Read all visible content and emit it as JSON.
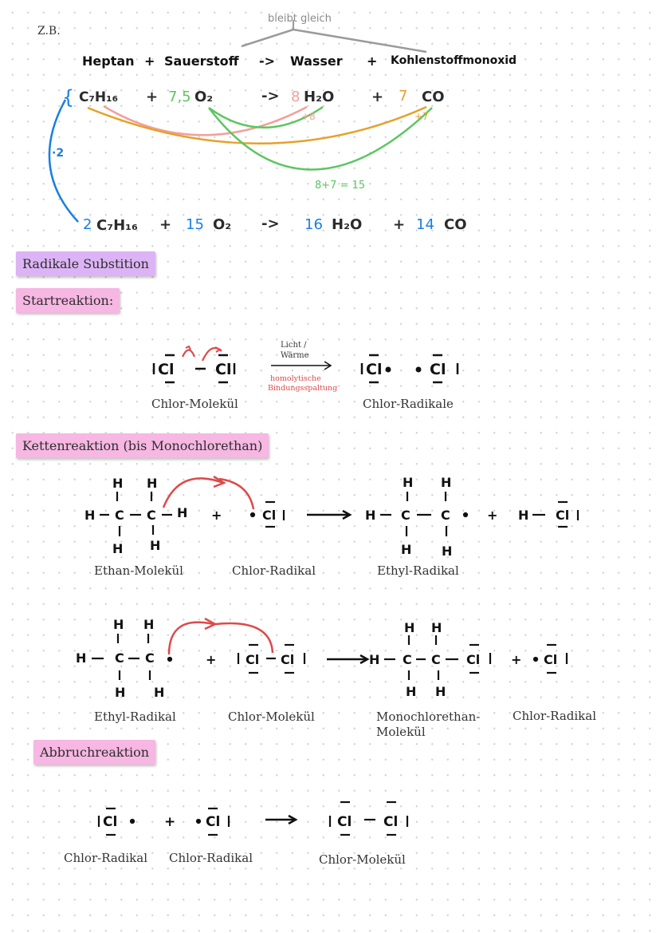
{
  "zb": "Z.B.",
  "stays_same": "bleibt gleich",
  "word_equation": {
    "heptan": "Heptan",
    "plus1": "+",
    "sauerstoff": "Sauerstoff",
    "arrow": "->",
    "wasser": "Wasser",
    "plus2": "+",
    "kohlenstoffmonoxid": "Kohlenstoffmonoxid"
  },
  "equation1": {
    "brace": "{",
    "heptane": "C₇H₁₆",
    "plus1": "+",
    "o2_coef": "7,5",
    "o2": "O₂",
    "arrow": "->",
    "h2o_coef": "8",
    "h2o": "H₂O",
    "plus2": "+",
    "co_coef": "7",
    "co": "CO",
    "note_h2o": "+8",
    "note_co": "+7",
    "note_o": "8+7 = 15",
    "multiplier": "·2"
  },
  "equation2": {
    "coef1": "2",
    "heptane": "C₇H₁₆",
    "plus1": "+",
    "o2_coef": "15",
    "o2": "O₂",
    "arrow": "->",
    "h2o_coef": "16",
    "h2o": "H₂O",
    "plus2": "+",
    "co_coef": "14",
    "co": "CO"
  },
  "section_radikale": "Radikale Substition",
  "section_start": "Startreaktion:",
  "start": {
    "condition_line1": "Licht /",
    "condition_line2": "Wärme",
    "note_line1": "homolytische",
    "note_line2": "Bindungsspaltung",
    "cap_left": "Chlor-Molekül",
    "cap_right": "Chlor-Radikale",
    "cl": "Cl"
  },
  "section_ketten": "Kettenreaktion (bis Monochlorethan)",
  "chain1": {
    "cap_ethan": "Ethan-Molekül",
    "cap_chlor": "Chlor-Radikal",
    "cap_ethyl": "Ethyl-Radikal"
  },
  "chain2": {
    "cap_ethyl": "Ethyl-Radikal",
    "cap_chlor_mol": "Chlor-Molekül",
    "cap_mono_line1": "Monochlorethan-",
    "cap_mono_line2": "Molekül",
    "cap_chlor_rad": "Chlor-Radikal"
  },
  "section_abbruch": "Abbruchreaktion",
  "abbruch": {
    "cap1": "Chlor-Radikal",
    "cap2": "Chlor-Radikal",
    "cap3": "Chlor-Molekül"
  },
  "atoms": {
    "H": "H",
    "C": "C",
    "Cl": "Cl"
  },
  "colors": {
    "purple_label": "#dcb4f5",
    "pink_label": "#f6b7e2",
    "blue": "#1a7fe0",
    "green": "#5dc560",
    "orange": "#e6a02a",
    "salmon": "#f2a09a",
    "red": "#dd4a4a",
    "gray": "#8a8a8a"
  }
}
